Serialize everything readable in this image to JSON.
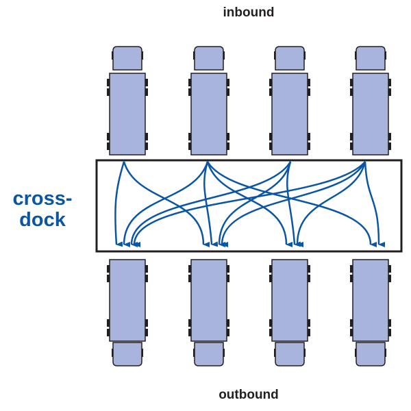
{
  "labels": {
    "inbound": "inbound",
    "outbound": "outbound",
    "crossdock_line1": "cross-",
    "crossdock_line2": "dock"
  },
  "colors": {
    "truck_fill": "#a8b4dc",
    "truck_stroke": "#231f20",
    "arrow": "#0b56a4",
    "label_blue": "#0b56a4"
  },
  "inbound_trucks": [
    "inbound-truck-1",
    "inbound-truck-2",
    "inbound-truck-3",
    "inbound-truck-4"
  ],
  "outbound_trucks": [
    "outbound-truck-1",
    "outbound-truck-2",
    "outbound-truck-3",
    "outbound-truck-4"
  ],
  "flows": [
    {
      "from": 1,
      "to": 1
    },
    {
      "from": 1,
      "to": 2
    },
    {
      "from": 2,
      "to": 1
    },
    {
      "from": 2,
      "to": 2
    },
    {
      "from": 2,
      "to": 3
    },
    {
      "from": 2,
      "to": 4
    },
    {
      "from": 3,
      "to": 1
    },
    {
      "from": 3,
      "to": 2
    },
    {
      "from": 3,
      "to": 3
    },
    {
      "from": 4,
      "to": 1
    },
    {
      "from": 4,
      "to": 2
    },
    {
      "from": 4,
      "to": 3
    },
    {
      "from": 4,
      "to": 4
    }
  ]
}
